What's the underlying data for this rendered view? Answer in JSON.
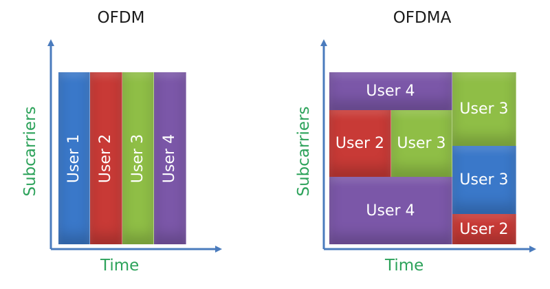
{
  "colors": {
    "blue": "#3a78c9",
    "red": "#c83a36",
    "green": "#8fbe46",
    "purple": "#7b57a8",
    "axis": "#4a7bbd",
    "label": "#2ca25a"
  },
  "ofdm": {
    "title": "OFDM",
    "xlabel": "Time",
    "ylabel": "Subcarriers",
    "blocks": [
      {
        "label": "User 1",
        "color": "#3a78c9"
      },
      {
        "label": "User 2",
        "color": "#c83a36"
      },
      {
        "label": "User 3",
        "color": "#8fbe46"
      },
      {
        "label": "User 4",
        "color": "#7b57a8"
      }
    ]
  },
  "ofdma": {
    "title": "OFDMA",
    "xlabel": "Time",
    "ylabel": "Subcarriers",
    "blocks": [
      {
        "label": "User 4",
        "color": "#7b57a8"
      },
      {
        "label": "User 2",
        "color": "#c83a36"
      },
      {
        "label": "User 3",
        "color": "#8fbe46"
      },
      {
        "label": "User 4",
        "color": "#7b57a8"
      },
      {
        "label": "User 3",
        "color": "#8fbe46"
      },
      {
        "label": "User 3",
        "color": "#3a78c9"
      },
      {
        "label": "User 2",
        "color": "#c83a36"
      }
    ]
  }
}
